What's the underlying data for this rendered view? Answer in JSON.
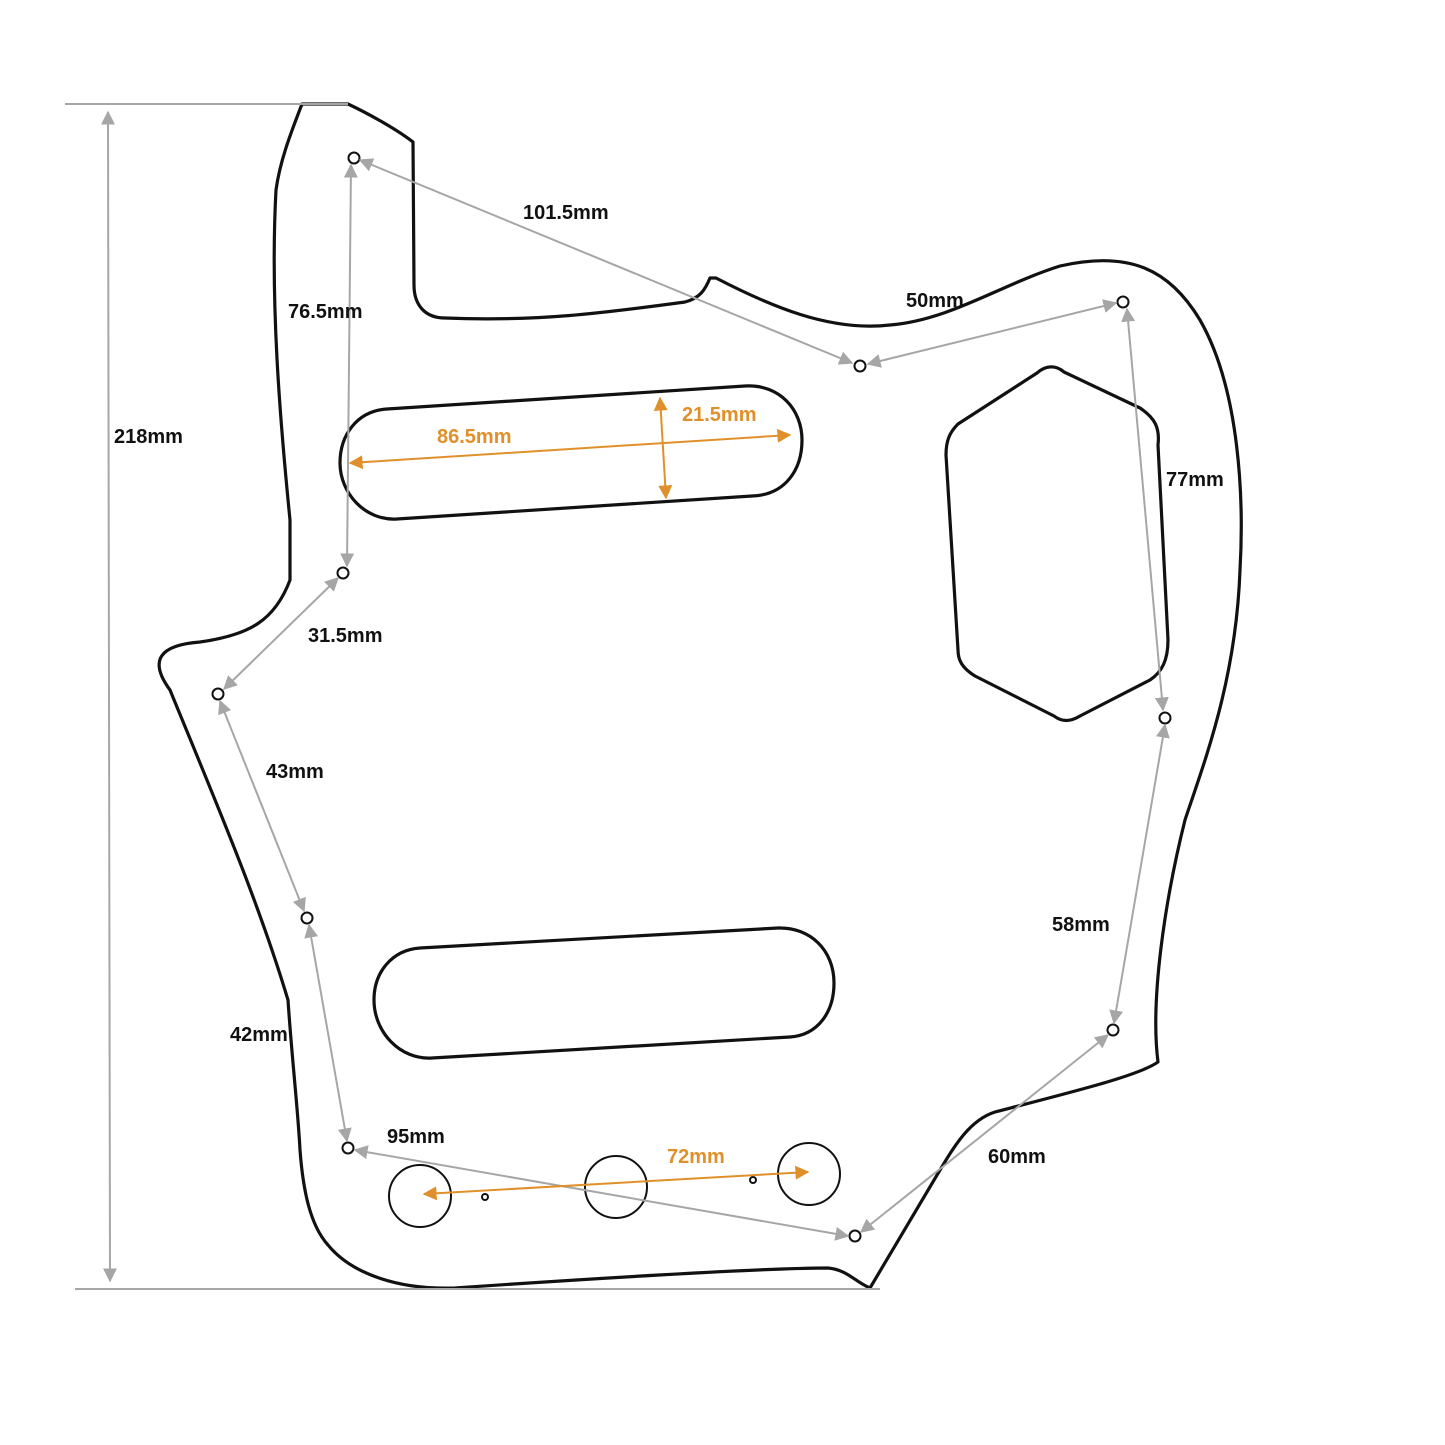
{
  "colors": {
    "outline": "#111111",
    "dimension_gray": "#a6a6a6",
    "dimension_orange": "#e0902a",
    "label_black": "#111111"
  },
  "dimensions": {
    "overall_height": "218mm",
    "screw_top_to_mid": "101.5mm",
    "screw_mid_to_right": "50mm",
    "screw_left_vertical": "76.5mm",
    "screw_right_vertical": "77mm",
    "screw_left_diag": "31.5mm",
    "screw_left_lower": "43mm",
    "screw_left_bottom": "42mm",
    "screw_right_lower": "58mm",
    "screw_bottom_right": "60mm",
    "screw_bottom_span": "95mm",
    "pickup_length": "86.5mm",
    "pickup_width": "21.5mm",
    "knob_spacing": "72mm"
  }
}
